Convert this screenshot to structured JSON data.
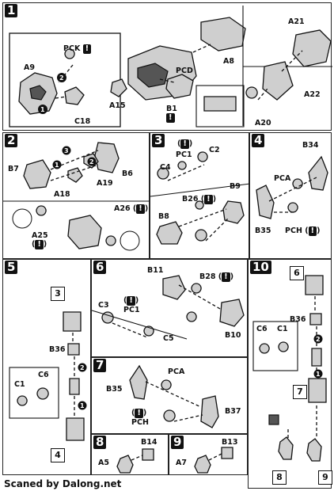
{
  "steps": {
    "s1": {
      "num": "1",
      "labels": {
        "pck": "PC",
        "pck_letter": "K",
        "a9": "A",
        "a9_n": "9",
        "c18": "C",
        "c18_n": "18",
        "a15": "A",
        "a15_n": "15",
        "pcd": "PC",
        "pcd_letter": "D",
        "a8": "A",
        "a8_n": "8",
        "b1": "B",
        "b1_n": "1",
        "a21": "A",
        "a21_n": "21",
        "a22": "A",
        "a22_n": "22",
        "a20": "A",
        "a20_n": "20"
      }
    },
    "s2": {
      "num": "2",
      "labels": {
        "b7": "B",
        "b7_n": "7",
        "b6": "B",
        "b6_n": "6",
        "a18": "A",
        "a18_n": "18",
        "a19": "A",
        "a19_n": "19",
        "a25": "A",
        "a25_n": "25",
        "a26": "A",
        "a26_n": "26"
      }
    },
    "s3": {
      "num": "3",
      "labels": {
        "pc1": "PC",
        "pc1_n": "1",
        "c2": "C",
        "c2_n": "2",
        "c4": "C",
        "c4_n": "4",
        "b9": "B",
        "b9_n": "9",
        "b8": "B",
        "b8_n": "8",
        "b26": "B",
        "b26_n": "26"
      }
    },
    "s4": {
      "num": "4",
      "labels": {
        "b34": "B",
        "b34_n": "34",
        "pca": "PC",
        "pca_letter": "A",
        "b35": "B",
        "b35_n": "35",
        "pch": "PC",
        "pch_letter": "H"
      }
    },
    "s5": {
      "num": "5",
      "labels": {
        "b36": "B",
        "b36_n": "36",
        "c6": "C",
        "c6_n": "6",
        "c1": "C",
        "c1_n": "1",
        "box3": "3",
        "box4": "4"
      }
    },
    "s6": {
      "num": "6",
      "labels": {
        "b11": "B",
        "b11_n": "11",
        "b28": "B",
        "b28_n": "28",
        "c3": "C",
        "c3_n": "3",
        "pc1": "PC",
        "pc1_n": "1",
        "c5": "C",
        "c5_n": "5",
        "b10": "B",
        "b10_n": "10"
      }
    },
    "s7": {
      "num": "7",
      "labels": {
        "b35": "B",
        "b35_n": "35",
        "pca": "PC",
        "pca_letter": "A",
        "b37": "B",
        "b37_n": "37",
        "pch": "PC",
        "pch_letter": "H"
      }
    },
    "s8": {
      "num": "8",
      "labels": {
        "b14": "B",
        "b14_n": "14",
        "a5": "A",
        "a5_n": "5"
      }
    },
    "s9": {
      "num": "9",
      "labels": {
        "b13": "B",
        "b13_n": "13",
        "a7": "A",
        "a7_n": "7"
      }
    },
    "s10": {
      "num": "10",
      "labels": {
        "box6": "6",
        "b36": "B",
        "b36_n": "36",
        "c6": "C",
        "c6_n": "6",
        "c1": "C",
        "c1_n": "1",
        "box7": "7",
        "box8": "8",
        "box9": "9"
      }
    }
  },
  "warning_mark": "!",
  "footer": "Scaned by Dalong.net"
}
